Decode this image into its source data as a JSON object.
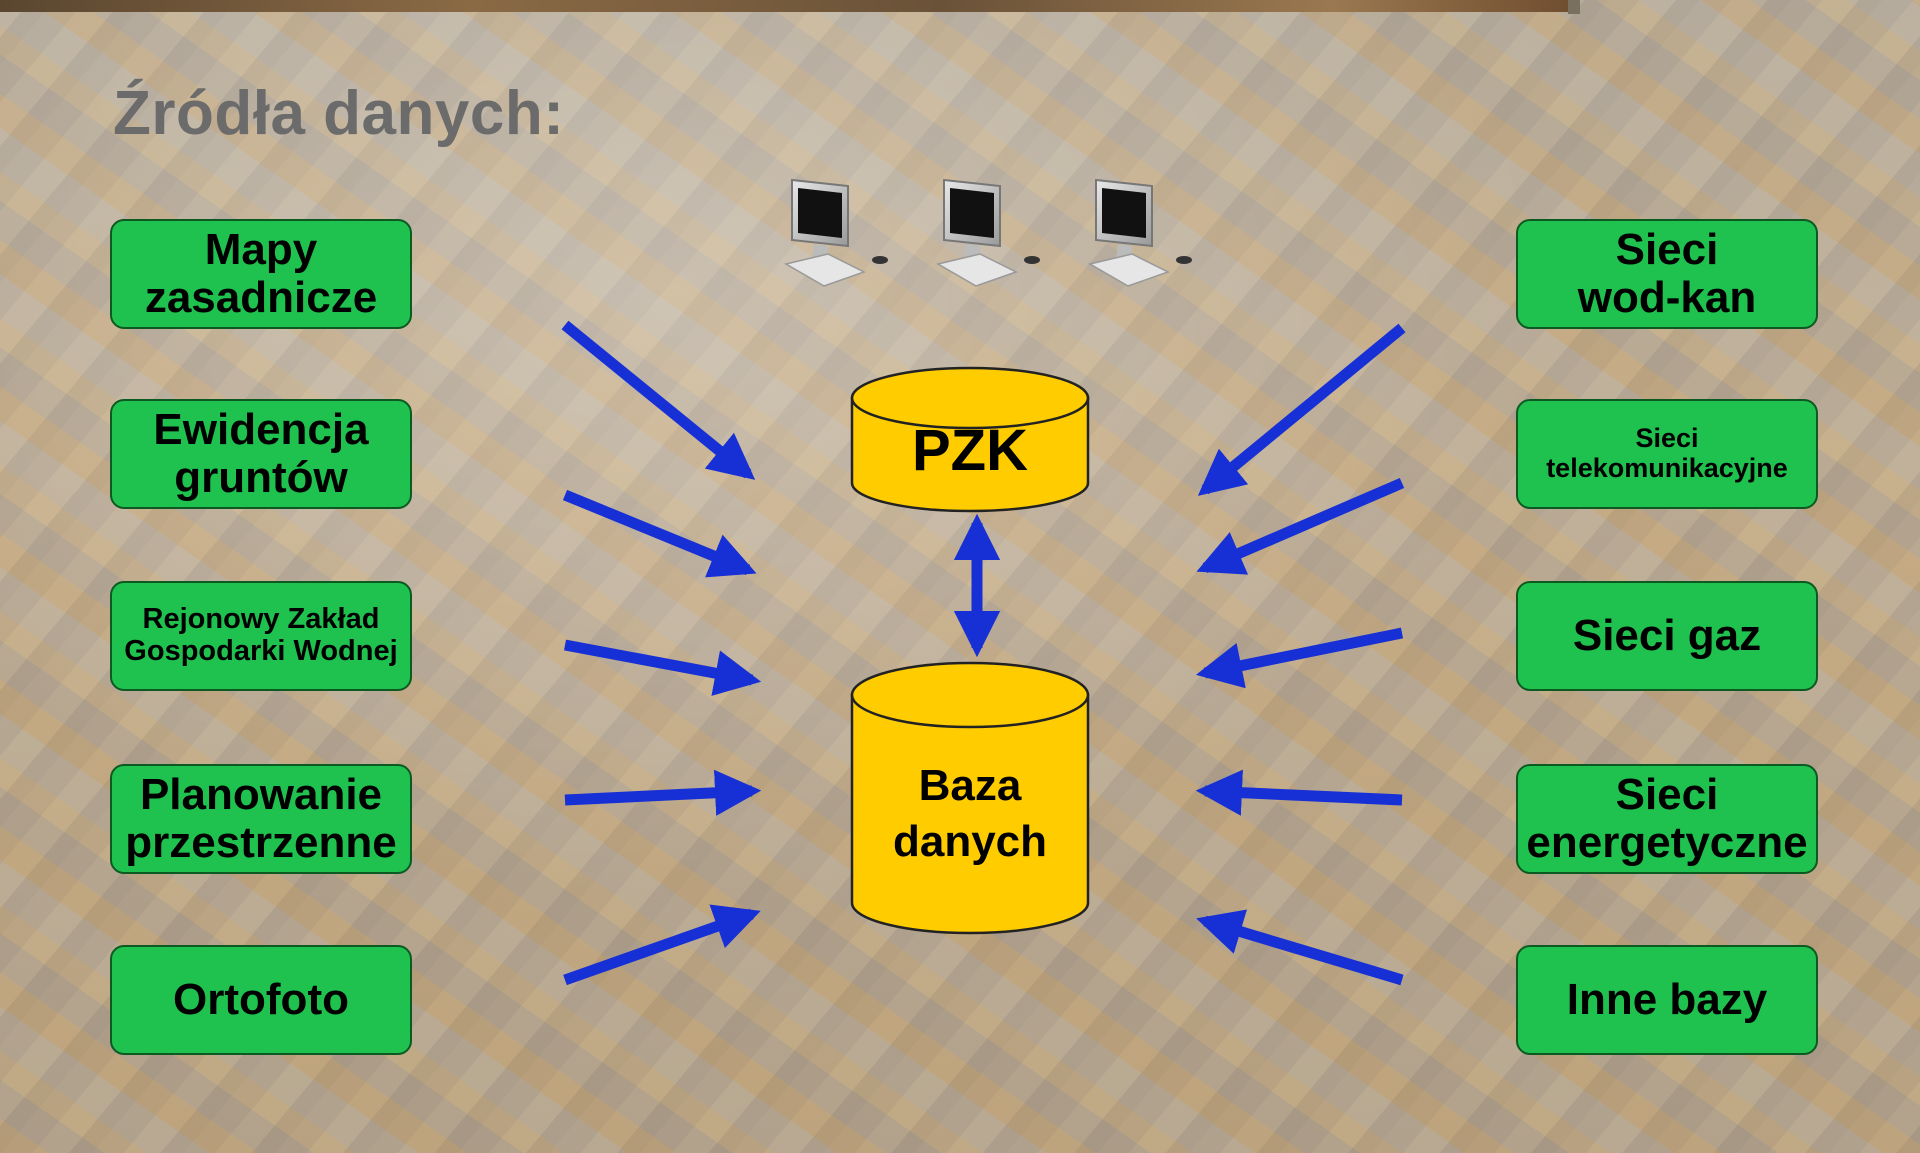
{
  "title": "Źródła danych:",
  "left_sources": [
    {
      "label": "Mapy\nzasadnicze",
      "size": "lg"
    },
    {
      "label": "Ewidencja\ngruntów",
      "size": "lg"
    },
    {
      "label": "Rejonowy Zakład\nGospodarki Wodnej",
      "size": "md"
    },
    {
      "label": "Planowanie\nprzestrzenne",
      "size": "lg"
    },
    {
      "label": "Ortofoto",
      "size": "lg"
    }
  ],
  "right_sources": [
    {
      "label": "Sieci\nwod-kan",
      "size": "lg"
    },
    {
      "label": "Sieci\ntelekomunikacyjne",
      "size": "sm"
    },
    {
      "label": "Sieci gaz",
      "size": "lg"
    },
    {
      "label": "Sieci\nenergetyczne",
      "size": "lg"
    },
    {
      "label": "Inne bazy",
      "size": "lg"
    }
  ],
  "pzk": {
    "label": "PZK"
  },
  "database": {
    "label": "Baza\ndanych"
  },
  "colors": {
    "box_fill": "#1fc24e",
    "box_border": "#0c5a22",
    "cylinder_fill": "#ffcc00",
    "arrow": "#1630d6",
    "title": "#6b6b6b"
  },
  "icons": [
    "computer-icon",
    "computer-icon",
    "computer-icon"
  ]
}
